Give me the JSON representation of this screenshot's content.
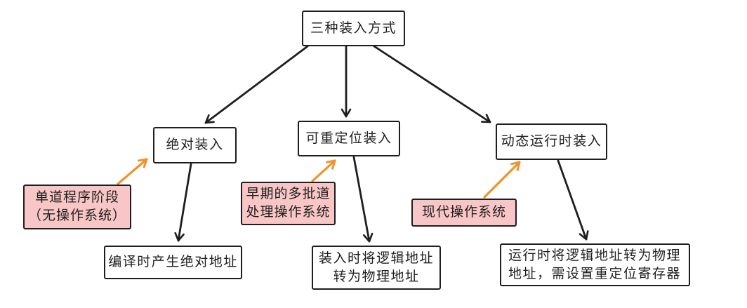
{
  "diagram": {
    "root": {
      "label": "三种装入方式"
    },
    "branches": [
      {
        "method": "绝对装入",
        "era": "单道程序阶段\n（无操作系统）",
        "detail": "编译时产生绝对地址"
      },
      {
        "method": "可重定位装入",
        "era": "早期的多批道\n处理操作系统",
        "detail": "装入时将逻辑地址\n转为物理地址"
      },
      {
        "method": "动态运行时装入",
        "era": "现代操作系统",
        "detail": "运行时将逻辑地址转为物理\n地址，需设置重定位寄存器"
      }
    ],
    "edges": [
      {
        "from": "root",
        "to": "method-absolute-loading",
        "style": "black-arrow"
      },
      {
        "from": "root",
        "to": "method-relocatable-loading",
        "style": "black-arrow"
      },
      {
        "from": "root",
        "to": "method-dynamic-runtime-loading",
        "style": "black-arrow"
      },
      {
        "from": "method-absolute-loading",
        "to": "detail-absolute-loading",
        "style": "black-arrow"
      },
      {
        "from": "method-relocatable-loading",
        "to": "detail-relocatable-loading",
        "style": "black-arrow"
      },
      {
        "from": "method-dynamic-runtime-loading",
        "to": "detail-dynamic-runtime-loading",
        "style": "black-arrow"
      },
      {
        "from": "annotation-single-program-era",
        "to": "method-absolute-loading",
        "style": "orange-arrow"
      },
      {
        "from": "annotation-early-batch-os",
        "to": "method-relocatable-loading",
        "style": "orange-arrow"
      },
      {
        "from": "annotation-modern-os",
        "to": "method-dynamic-runtime-loading",
        "style": "orange-arrow"
      }
    ],
    "colors": {
      "line": "#1e1e1e",
      "annotation_fill": "#f8c6c6",
      "annotation_arrow": "#f0932b",
      "node_fill": "#ffffff",
      "text": "#1e1e1e"
    }
  }
}
